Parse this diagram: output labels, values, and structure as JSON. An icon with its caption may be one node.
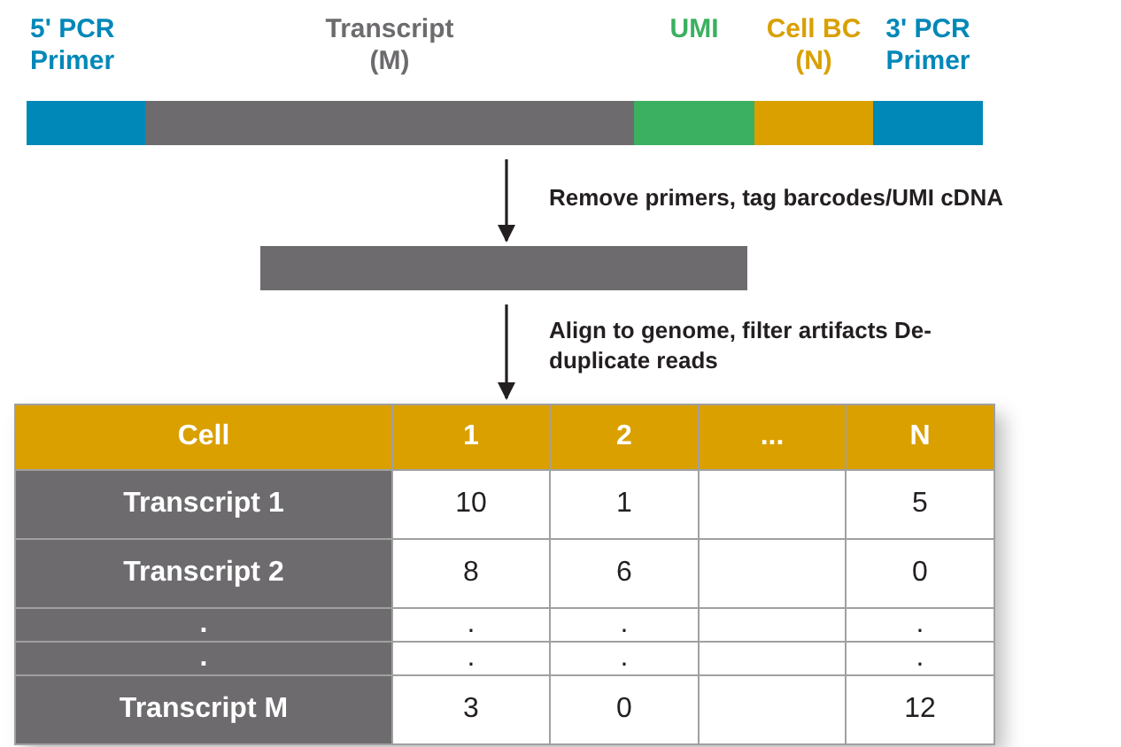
{
  "diagram": {
    "nodes": [
      {
        "text": [
          "5' PCR Primer"
        ]
      },
      {
        "text": [
          "Transcript (M)"
        ]
      },
      {
        "text": [
          "UMI"
        ]
      },
      {
        "text": [
          "Cell BC (N)"
        ]
      },
      {
        "text": [
          "3' PCR Primer"
        ]
      },
      {
        "text": [],
        "shape": "bar"
      },
      {
        "text": [],
        "shape": "box"
      }
    ],
    "edges": [
      {
        "from": 1,
        "to": 5,
        "arrow": "to",
        "label": "Remove primers, tag barcodes/UMI cDNA"
      },
      {
        "from": 5,
        "to": 6,
        "arrow": "to",
        "label": "Align to genome, filter artifacts De-duplicate reads"
      }
    ],
    "labels": [
      "Cell",
      "1",
      "2",
      "...",
      "N",
      "Transcript 1",
      "10",
      "1",
      "5",
      "Transcript 2",
      "8",
      "6",
      "0",
      ".",
      ".",
      ".",
      ".",
      ".",
      ".",
      ".",
      ".",
      "Transcript M",
      "3",
      "0",
      "12"
    ]
  }
}
